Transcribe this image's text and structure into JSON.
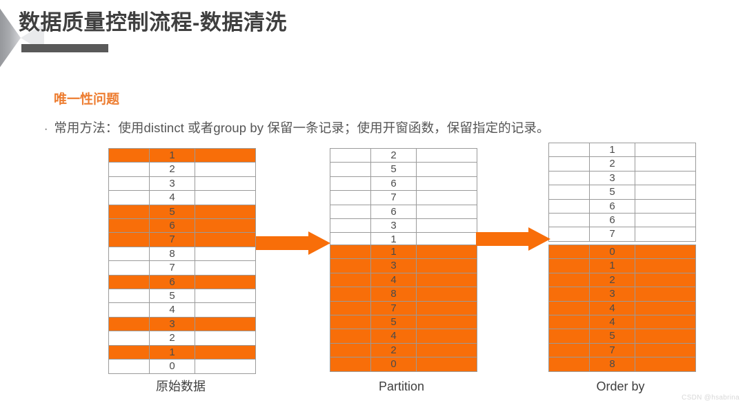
{
  "header": {
    "title": "数据质量控制流程-数据清洗",
    "underline_color": "#595959",
    "deco_icon": "bowtie-deco-icon"
  },
  "content": {
    "subtitle": "唯一性问题",
    "subtitle_color": "#ED7D31",
    "bullet_marker": "·",
    "bullet_text": "常用方法：使用distinct 或者group by 保留一条记录；使用开窗函数，保留指定的记录。"
  },
  "accent_color": "#F86E09",
  "flow": {
    "arrow_1": "right-arrow-icon",
    "arrow_2": "right-arrow-icon",
    "tables": {
      "source": {
        "caption": "原始数据",
        "rows": [
          {
            "value": "1",
            "highlighted": true
          },
          {
            "value": "2",
            "highlighted": false
          },
          {
            "value": "3",
            "highlighted": false
          },
          {
            "value": "4",
            "highlighted": false
          },
          {
            "value": "5",
            "highlighted": true
          },
          {
            "value": "6",
            "highlighted": true
          },
          {
            "value": "7",
            "highlighted": true
          },
          {
            "value": "8",
            "highlighted": false
          },
          {
            "value": "7",
            "highlighted": false
          },
          {
            "value": "6",
            "highlighted": true
          },
          {
            "value": "5",
            "highlighted": false
          },
          {
            "value": "4",
            "highlighted": false
          },
          {
            "value": "3",
            "highlighted": true
          },
          {
            "value": "2",
            "highlighted": false
          },
          {
            "value": "1",
            "highlighted": true
          },
          {
            "value": "0",
            "highlighted": false
          }
        ]
      },
      "partition_top": {
        "rows": [
          {
            "value": "2",
            "highlighted": false
          },
          {
            "value": "5",
            "highlighted": false
          },
          {
            "value": "6",
            "highlighted": false
          },
          {
            "value": "7",
            "highlighted": false
          },
          {
            "value": "6",
            "highlighted": false
          },
          {
            "value": "3",
            "highlighted": false
          },
          {
            "value": "1",
            "highlighted": false
          }
        ]
      },
      "partition_bottom": {
        "caption": "Partition",
        "rows": [
          {
            "value": "1",
            "highlighted": true
          },
          {
            "value": "3",
            "highlighted": true
          },
          {
            "value": "4",
            "highlighted": true
          },
          {
            "value": "8",
            "highlighted": true
          },
          {
            "value": "7",
            "highlighted": true
          },
          {
            "value": "5",
            "highlighted": true
          },
          {
            "value": "4",
            "highlighted": true
          },
          {
            "value": "2",
            "highlighted": true
          },
          {
            "value": "0",
            "highlighted": true
          }
        ]
      },
      "order_top": {
        "rows": [
          {
            "value": "1",
            "highlighted": false
          },
          {
            "value": "2",
            "highlighted": false
          },
          {
            "value": "3",
            "highlighted": false
          },
          {
            "value": "5",
            "highlighted": false
          },
          {
            "value": "6",
            "highlighted": false
          },
          {
            "value": "6",
            "highlighted": false
          },
          {
            "value": "7",
            "highlighted": false
          }
        ]
      },
      "order_bottom": {
        "caption": "Order by",
        "rows": [
          {
            "value": "0",
            "highlighted": true
          },
          {
            "value": "1",
            "highlighted": true
          },
          {
            "value": "2",
            "highlighted": true
          },
          {
            "value": "3",
            "highlighted": true
          },
          {
            "value": "4",
            "highlighted": true
          },
          {
            "value": "4",
            "highlighted": true
          },
          {
            "value": "5",
            "highlighted": true
          },
          {
            "value": "7",
            "highlighted": true
          },
          {
            "value": "8",
            "highlighted": true
          }
        ]
      }
    }
  },
  "watermark": "CSDN @hsabrina"
}
